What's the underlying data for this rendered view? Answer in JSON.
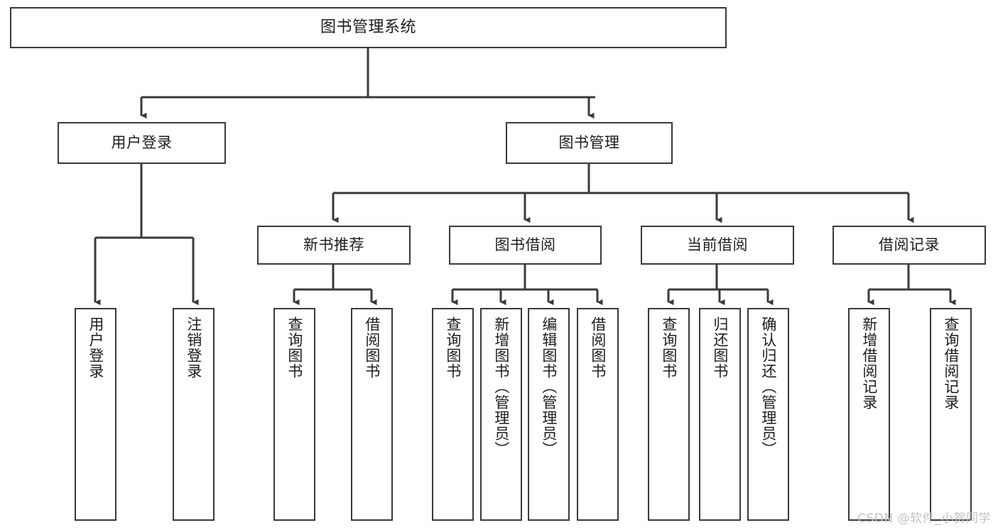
{
  "diagram": {
    "title": "图书管理系统",
    "type": "tree",
    "watermark": "CSDN @软件_小贺同学",
    "colors": {
      "node_border": "#3a3a3a",
      "node_fill": "#ffffff",
      "edge": "#3a3a3a",
      "text": "#1d1d1d",
      "watermark": "#c2c2c2",
      "background": "#ffffff"
    },
    "nodes": {
      "root": {
        "label": "图书管理系统"
      },
      "level2": [
        {
          "id": "user-login",
          "label": "用户登录"
        },
        {
          "id": "book-manage",
          "label": "图书管理"
        }
      ],
      "level3": [
        {
          "id": "new-book-rec",
          "label": "新书推荐"
        },
        {
          "id": "book-borrow",
          "label": "图书借阅"
        },
        {
          "id": "current-borrow",
          "label": "当前借阅"
        },
        {
          "id": "borrow-record",
          "label": "借阅记录"
        }
      ],
      "leaves": {
        "user-login": [
          {
            "id": "leaf-user-login",
            "label": "用户登录"
          },
          {
            "id": "leaf-logout",
            "label": "注销登录"
          }
        ],
        "new-book-rec": [
          {
            "id": "leaf-query-book-1",
            "label": "查询图书"
          },
          {
            "id": "leaf-borrow-book-1",
            "label": "借阅图书"
          }
        ],
        "book-borrow": [
          {
            "id": "leaf-query-book-2",
            "label": "查询图书"
          },
          {
            "id": "leaf-add-book",
            "label": "新增图书（管理员）"
          },
          {
            "id": "leaf-edit-book",
            "label": "编辑图书（管理员）"
          },
          {
            "id": "leaf-borrow-book-2",
            "label": "借阅图书"
          }
        ],
        "current-borrow": [
          {
            "id": "leaf-query-book-3",
            "label": "查询图书"
          },
          {
            "id": "leaf-return-book",
            "label": "归还图书"
          },
          {
            "id": "leaf-confirm-return",
            "label": "确认归还（管理员）"
          }
        ],
        "borrow-record": [
          {
            "id": "leaf-add-record",
            "label": "新增借阅记录"
          },
          {
            "id": "leaf-query-record",
            "label": "查询借阅记录"
          }
        ]
      }
    }
  }
}
